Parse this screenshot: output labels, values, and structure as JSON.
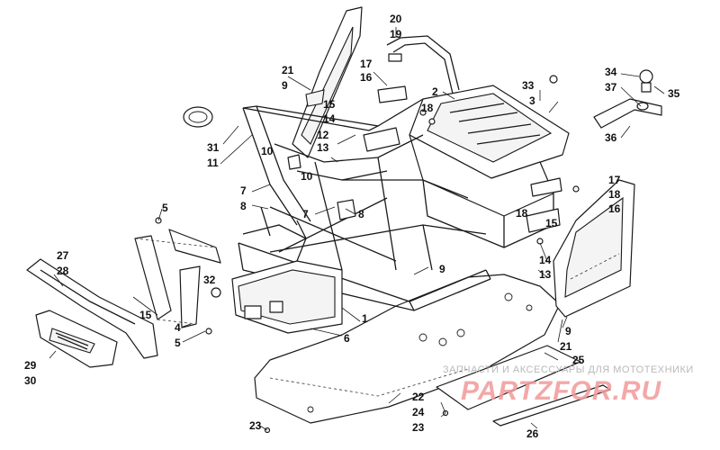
{
  "callouts": [
    {
      "id": "c20",
      "text": "20"
    },
    {
      "id": "c19",
      "text": "19"
    },
    {
      "id": "c21a",
      "text": "21"
    },
    {
      "id": "c9a",
      "text": "9"
    },
    {
      "id": "c17a",
      "text": "17"
    },
    {
      "id": "c16a",
      "text": "16"
    },
    {
      "id": "c2",
      "text": "2"
    },
    {
      "id": "c33",
      "text": "33"
    },
    {
      "id": "c3",
      "text": "3"
    },
    {
      "id": "c34",
      "text": "34"
    },
    {
      "id": "c37",
      "text": "37"
    },
    {
      "id": "c35",
      "text": "35"
    },
    {
      "id": "c15a",
      "text": "15"
    },
    {
      "id": "c18a",
      "text": "18"
    },
    {
      "id": "c14a",
      "text": "14"
    },
    {
      "id": "c12",
      "text": "12"
    },
    {
      "id": "c13a",
      "text": "13"
    },
    {
      "id": "c31",
      "text": "31"
    },
    {
      "id": "c11",
      "text": "11"
    },
    {
      "id": "c10a",
      "text": "10"
    },
    {
      "id": "c10b",
      "text": "10"
    },
    {
      "id": "c36",
      "text": "36"
    },
    {
      "id": "c7a",
      "text": "7"
    },
    {
      "id": "c8a",
      "text": "8"
    },
    {
      "id": "c17b",
      "text": "17"
    },
    {
      "id": "c18b",
      "text": "18"
    },
    {
      "id": "c16b",
      "text": "16"
    },
    {
      "id": "c5a",
      "text": "5"
    },
    {
      "id": "c7b",
      "text": "7"
    },
    {
      "id": "c8b",
      "text": "8"
    },
    {
      "id": "c18c",
      "text": "18"
    },
    {
      "id": "c15b",
      "text": "15"
    },
    {
      "id": "c27",
      "text": "27"
    },
    {
      "id": "c28",
      "text": "28"
    },
    {
      "id": "c14b",
      "text": "14"
    },
    {
      "id": "c13b",
      "text": "13"
    },
    {
      "id": "c9b",
      "text": "9"
    },
    {
      "id": "c32",
      "text": "32"
    },
    {
      "id": "c15c",
      "text": "15"
    },
    {
      "id": "c4",
      "text": "4"
    },
    {
      "id": "c5b",
      "text": "5"
    },
    {
      "id": "c1",
      "text": "1"
    },
    {
      "id": "c6",
      "text": "6"
    },
    {
      "id": "c9c",
      "text": "9"
    },
    {
      "id": "c21b",
      "text": "21"
    },
    {
      "id": "c29",
      "text": "29"
    },
    {
      "id": "c30",
      "text": "30"
    },
    {
      "id": "c25",
      "text": "25"
    },
    {
      "id": "c22",
      "text": "22"
    },
    {
      "id": "c24",
      "text": "24"
    },
    {
      "id": "c23a",
      "text": "23"
    },
    {
      "id": "c23b",
      "text": "23"
    },
    {
      "id": "c26",
      "text": "26"
    }
  ],
  "watermark": {
    "caption": "ЗАПЧАСТИ И АКСЕССУАРЫ ДЛЯ МОТОТЕХНИКИ",
    "logo": "PARTZFOR.RU",
    "logo_color": "#f29a9a"
  },
  "colors": {
    "line": "#1a1a1a",
    "background": "#ffffff"
  }
}
